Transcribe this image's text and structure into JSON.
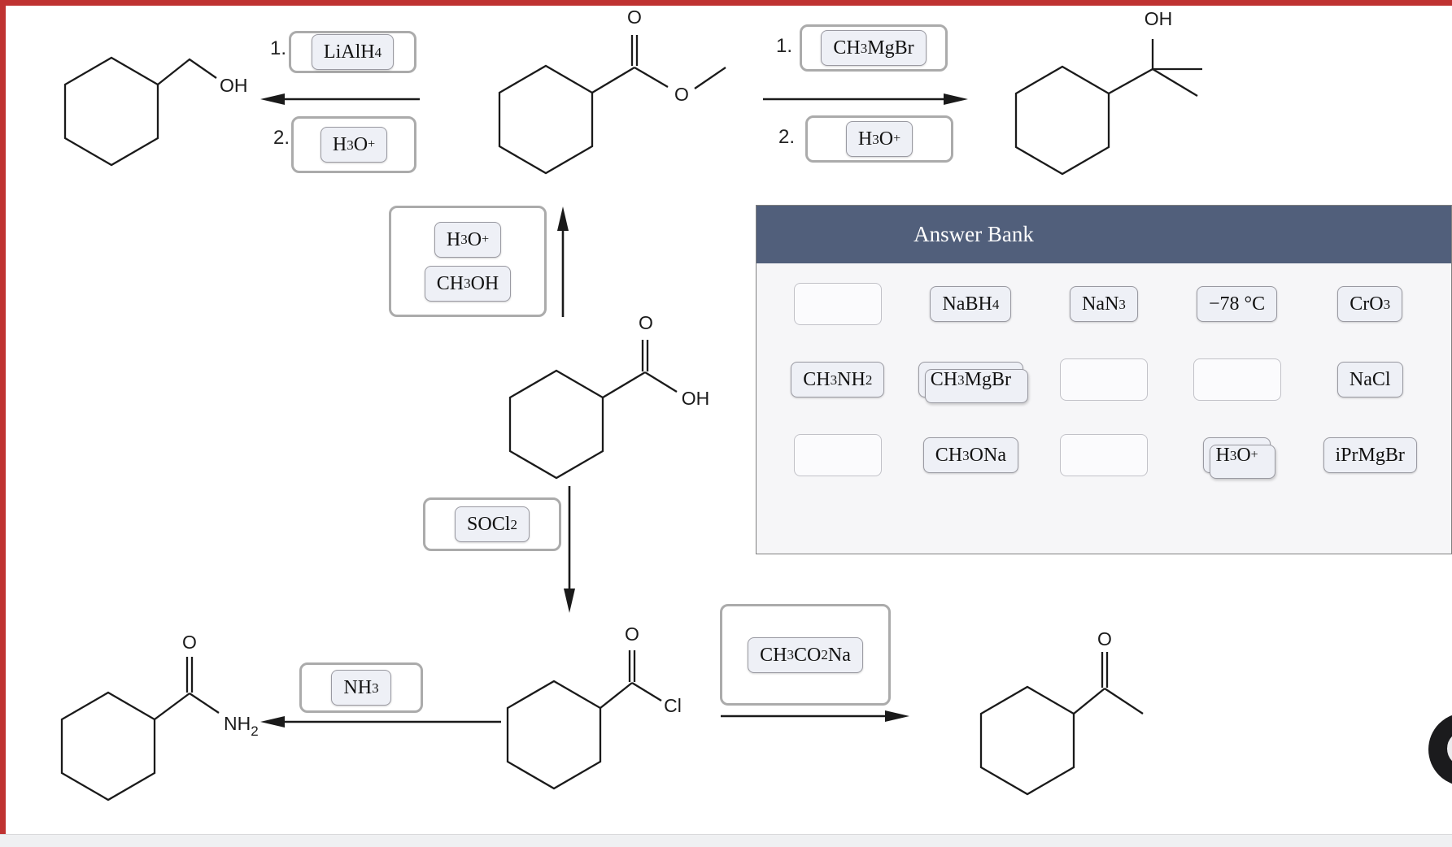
{
  "colors": {
    "accent_red": "#bf3231",
    "bank_header_bg": "#515f7b",
    "bank_panel_bg": "#f6f6f8",
    "chip_bg": "#eef0f6"
  },
  "scheme": {
    "step_left": {
      "num1": "1.",
      "reagent1": "LiAlH_4",
      "num2": "2.",
      "reagent2": "H_3O^+"
    },
    "step_right": {
      "num1": "1.",
      "reagent1": "CH_3MgBr",
      "num2": "2.",
      "reagent2": "H_3O^+"
    },
    "esterification": {
      "reagent1": "H_3O^+",
      "reagent2": "CH_3OH"
    },
    "chlorination": {
      "reagent": "SOCl_2"
    },
    "amidation": {
      "reagent": "NH_3"
    },
    "acylation": {
      "reagent": "CH_3CO_2Na"
    }
  },
  "molecules": {
    "primary_alcohol": {
      "oh": "OH"
    },
    "methyl_ester": {
      "o_carbonyl": "O",
      "o_ester": "O"
    },
    "tertiary_alcohol": {
      "oh": "OH"
    },
    "carboxylic_acid": {
      "o": "O",
      "oh": "OH"
    },
    "acid_chloride": {
      "o": "O",
      "cl": "Cl"
    },
    "amide": {
      "o": "O",
      "nh": "NH",
      "nh_sub": "2"
    },
    "methyl_ketone": {
      "o": "O"
    }
  },
  "answer_bank": {
    "title": "Answer Bank",
    "rows": [
      [
        {
          "type": "empty"
        },
        {
          "type": "chip",
          "formula": "NaBH_4"
        },
        {
          "type": "chip",
          "formula": "NaN_3"
        },
        {
          "type": "chip",
          "formula": "−78 °C"
        },
        {
          "type": "chip",
          "formula": "CrO_3"
        }
      ],
      [
        {
          "type": "chip",
          "formula": "CH_3NH_2"
        },
        {
          "type": "chip",
          "formula": "CH_3MgBr",
          "stacked": true
        },
        {
          "type": "empty"
        },
        {
          "type": "empty"
        },
        {
          "type": "chip",
          "formula": "NaCl"
        }
      ],
      [
        {
          "type": "empty"
        },
        {
          "type": "chip",
          "formula": "CH_3ONa"
        },
        {
          "type": "empty"
        },
        {
          "type": "chip",
          "formula": "H_3O^+",
          "stacked": true
        },
        {
          "type": "chip",
          "formula": "iPrMgBr"
        }
      ]
    ]
  }
}
